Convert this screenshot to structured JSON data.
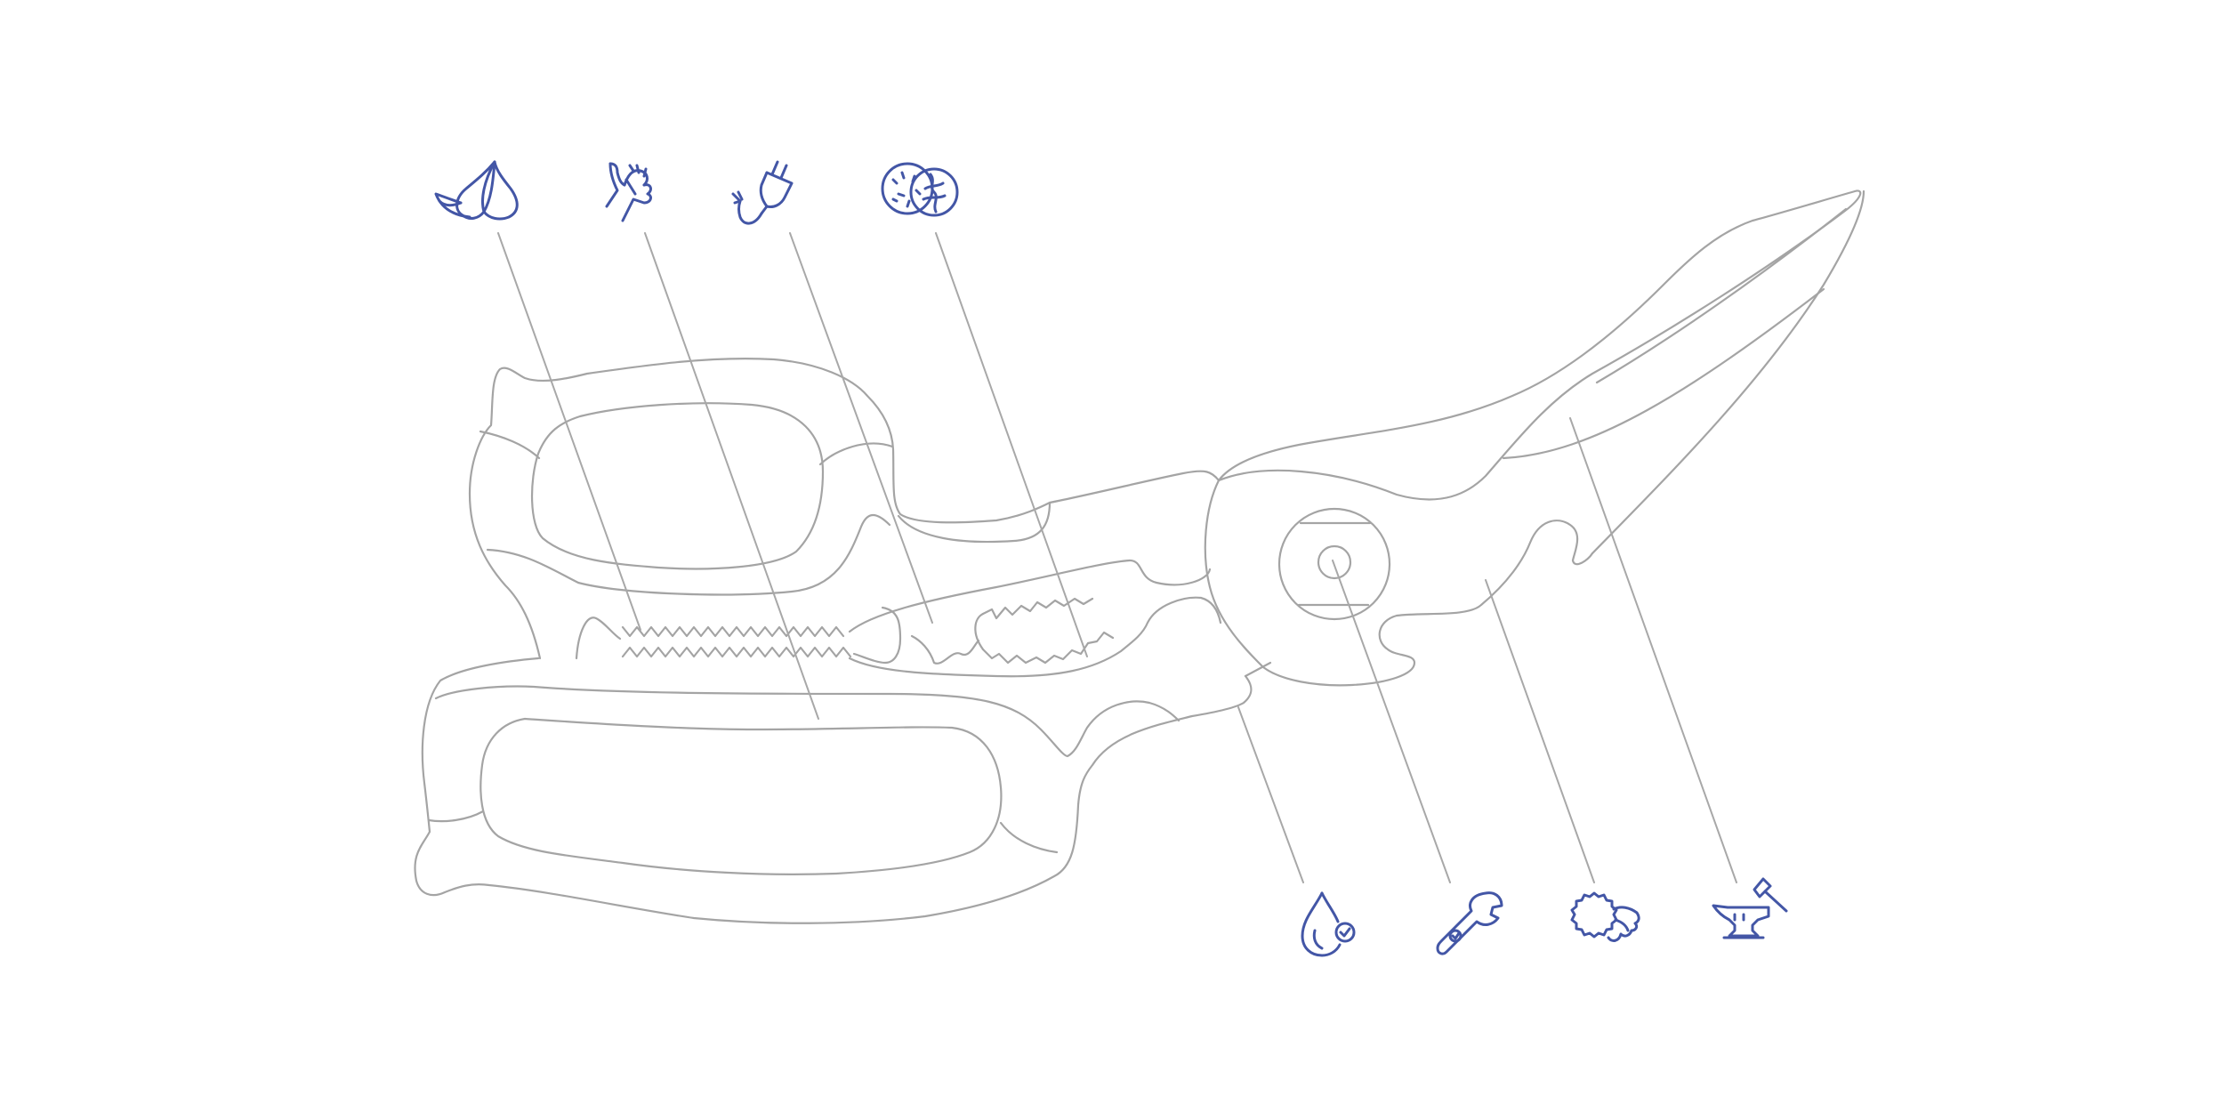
{
  "colors": {
    "outline": "#a4a4a4",
    "leader": "#a8a8a8",
    "icon": "#4356a6",
    "background": "#ffffff"
  },
  "features": [
    {
      "id": "garlic",
      "icon": "garlic-icon",
      "position": "top"
    },
    {
      "id": "herbs",
      "icon": "herb-hand-icon",
      "position": "top"
    },
    {
      "id": "wire",
      "icon": "plug-wire-icon",
      "position": "top"
    },
    {
      "id": "nut",
      "icon": "walnut-icon",
      "position": "top"
    },
    {
      "id": "dishwasher",
      "icon": "water-drop-check-icon",
      "position": "bottom"
    },
    {
      "id": "tool",
      "icon": "wrench-icon",
      "position": "bottom"
    },
    {
      "id": "cap",
      "icon": "bottle-cap-icon",
      "position": "bottom"
    },
    {
      "id": "forged",
      "icon": "anvil-hammer-icon",
      "position": "bottom"
    }
  ]
}
